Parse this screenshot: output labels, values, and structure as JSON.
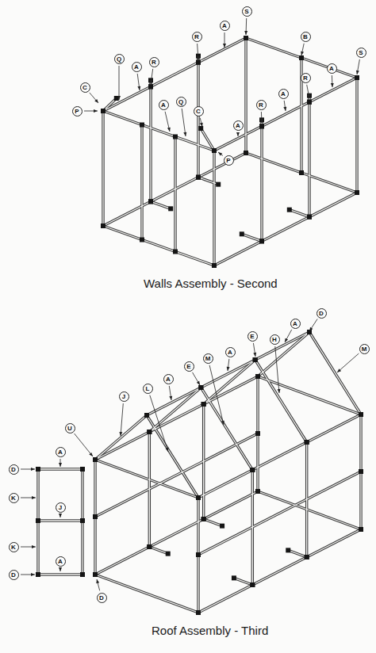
{
  "diagram": {
    "labels": [
      "S",
      "A",
      "B",
      "S",
      "R",
      "Q",
      "A",
      "R",
      "A",
      "R",
      "C",
      "P",
      "A",
      "Q",
      "C",
      "A",
      "R",
      "P",
      "A",
      "Walls Assembly - Second",
      "M",
      "D",
      "A",
      "H",
      "E",
      "A",
      "M",
      "E",
      "A",
      "L",
      "J",
      "U",
      "A",
      "D",
      "K",
      "J",
      "K",
      "A",
      "D",
      "D",
      "Roof Assembly - Third"
    ]
  }
}
